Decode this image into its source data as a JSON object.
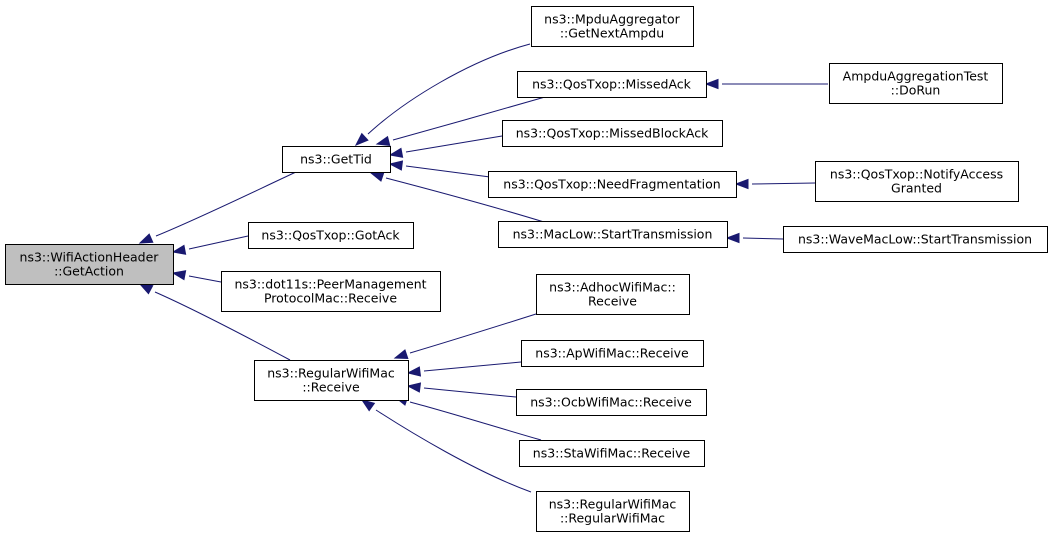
{
  "diagram": {
    "nodes": {
      "root": [
        "ns3::WifiActionHeader",
        "::GetAction"
      ],
      "gettid": [
        "ns3::GetTid"
      ],
      "gotack": [
        "ns3::QosTxop::GotAck"
      ],
      "peermgmt": [
        "ns3::dot11s::PeerManagement",
        "ProtocolMac::Receive"
      ],
      "regwifirecv": [
        "ns3::RegularWifiMac",
        "::Receive"
      ],
      "mpdu": [
        "ns3::MpduAggregator",
        "::GetNextAmpdu"
      ],
      "missedack": [
        "ns3::QosTxop::MissedAck"
      ],
      "missedblockack": [
        "ns3::QosTxop::MissedBlockAck"
      ],
      "needfrag": [
        "ns3::QosTxop::NeedFragmentation"
      ],
      "starttx": [
        "ns3::MacLow::StartTransmission"
      ],
      "ampdutest": [
        "AmpduAggregationTest",
        "::DoRun"
      ],
      "notifyaccess": [
        "ns3::QosTxop::NotifyAccess",
        "Granted"
      ],
      "wavemaclow": [
        "ns3::WaveMacLow::StartTransmission"
      ],
      "adhoc": [
        "ns3::AdhocWifiMac::",
        "Receive"
      ],
      "apwifi": [
        "ns3::ApWifiMac::Receive"
      ],
      "ocbwifi": [
        "ns3::OcbWifiMac::Receive"
      ],
      "stawifi": [
        "ns3::StaWifiMac::Receive"
      ],
      "regwifictor": [
        "ns3::RegularWifiMac",
        "::RegularWifiMac"
      ]
    },
    "edges": [
      [
        "gettid",
        "root"
      ],
      [
        "gotack",
        "root"
      ],
      [
        "peermgmt",
        "root"
      ],
      [
        "regwifirecv",
        "root"
      ],
      [
        "mpdu",
        "gettid"
      ],
      [
        "missedack",
        "gettid"
      ],
      [
        "missedblockack",
        "gettid"
      ],
      [
        "needfrag",
        "gettid"
      ],
      [
        "starttx",
        "gettid"
      ],
      [
        "ampdutest",
        "missedack"
      ],
      [
        "notifyaccess",
        "needfrag"
      ],
      [
        "wavemaclow",
        "starttx"
      ],
      [
        "adhoc",
        "regwifirecv"
      ],
      [
        "apwifi",
        "regwifirecv"
      ],
      [
        "ocbwifi",
        "regwifirecv"
      ],
      [
        "stawifi",
        "regwifirecv"
      ],
      [
        "regwifictor",
        "regwifirecv"
      ]
    ],
    "colors": {
      "edge": "#191970",
      "focus_fill": "#bfbfbf",
      "node_border": "#000000"
    }
  }
}
